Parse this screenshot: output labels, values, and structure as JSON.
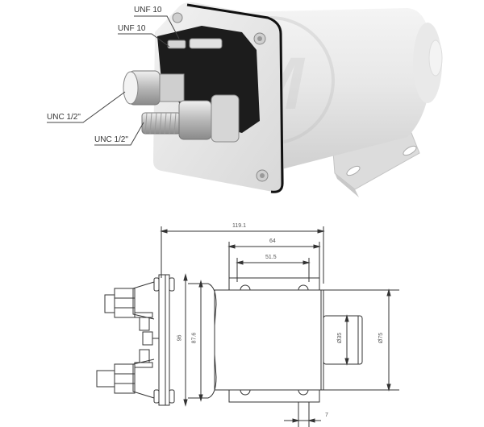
{
  "photo": {
    "labels": {
      "unf_top": "UNF 10",
      "unf_mid": "UNF 10",
      "unc_left": "UNC 1/2\"",
      "unc_bottom": "UNC 1/2\""
    },
    "watermark": "M"
  },
  "drawing": {
    "dimensions": {
      "overall_length": "119.1",
      "bracket_outer": "64",
      "bracket_inner": "51.5",
      "flange_height": "96",
      "body_diameter": "87.6",
      "plunger_diameter": "Ø35",
      "bracket_height": "Ø75",
      "slot_width": "7"
    }
  },
  "colors": {
    "line": "#333333",
    "body": "#e6e6e6",
    "terminal_block": "#1a1a1a",
    "gasket": "#111111"
  }
}
